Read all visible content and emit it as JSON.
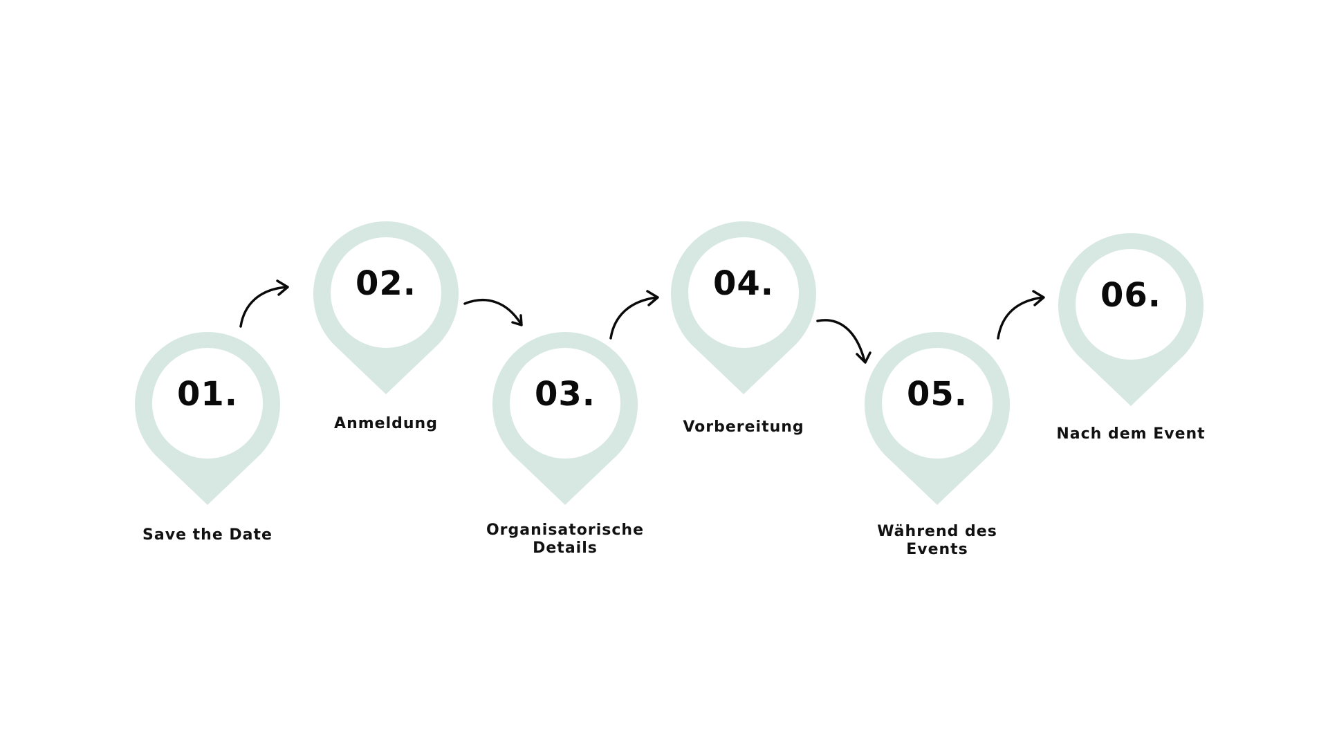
{
  "colors": {
    "pin": "#d7e8e2",
    "text": "#0a0a0a",
    "background": "#ffffff"
  },
  "steps": [
    {
      "number": "01.",
      "label": "Save the Date"
    },
    {
      "number": "02.",
      "label": "Anmeldung"
    },
    {
      "number": "03.",
      "label": "Organisatorische\nDetails"
    },
    {
      "number": "04.",
      "label": "Vorbereitung"
    },
    {
      "number": "05.",
      "label": "Während des\nEvents"
    },
    {
      "number": "06.",
      "label": "Nach dem Event"
    }
  ]
}
